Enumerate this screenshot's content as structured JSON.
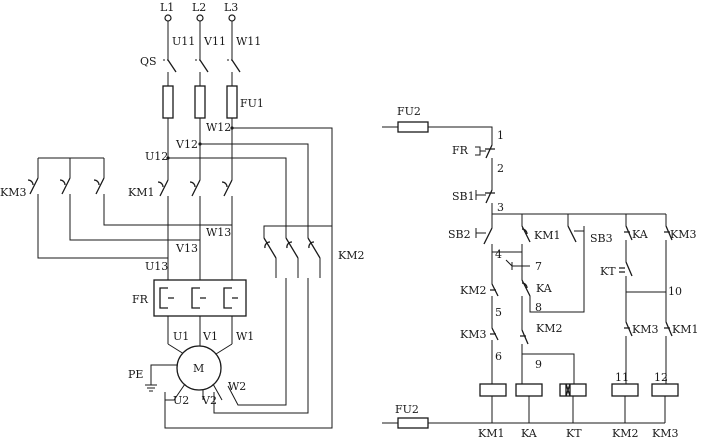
{
  "power": {
    "phases": [
      "L1",
      "L2",
      "L3"
    ],
    "wires_top": [
      "U11",
      "V11",
      "W11"
    ],
    "switch": "QS",
    "fuse": "FU1",
    "w12": "W12",
    "v12": "V12",
    "u12": "U12",
    "km3": "KM3",
    "km1": "KM1",
    "km2": "KM2",
    "w13": "W13",
    "v13": "V13",
    "u13": "U13",
    "relay": "FR",
    "motor_terms": [
      "U1",
      "V1",
      "W1"
    ],
    "motor": "M",
    "pe": "PE",
    "motor_terms2": [
      "U2",
      "V2",
      "W2"
    ]
  },
  "control": {
    "fuse_top": "FU2",
    "fuse_bottom": "FU2",
    "fr": "FR",
    "sb1": "SB1",
    "sb2": "SB2",
    "sb3": "SB3",
    "km1": "KM1",
    "ka": "KA",
    "km3": "KM3",
    "km2": "KM2",
    "kt": "KT",
    "nodes": [
      "1",
      "2",
      "3",
      "4",
      "5",
      "6",
      "7",
      "8",
      "9",
      "10",
      "11",
      "12"
    ],
    "coils": [
      "KM1",
      "KA",
      "KT",
      "KM2",
      "KM3"
    ]
  }
}
